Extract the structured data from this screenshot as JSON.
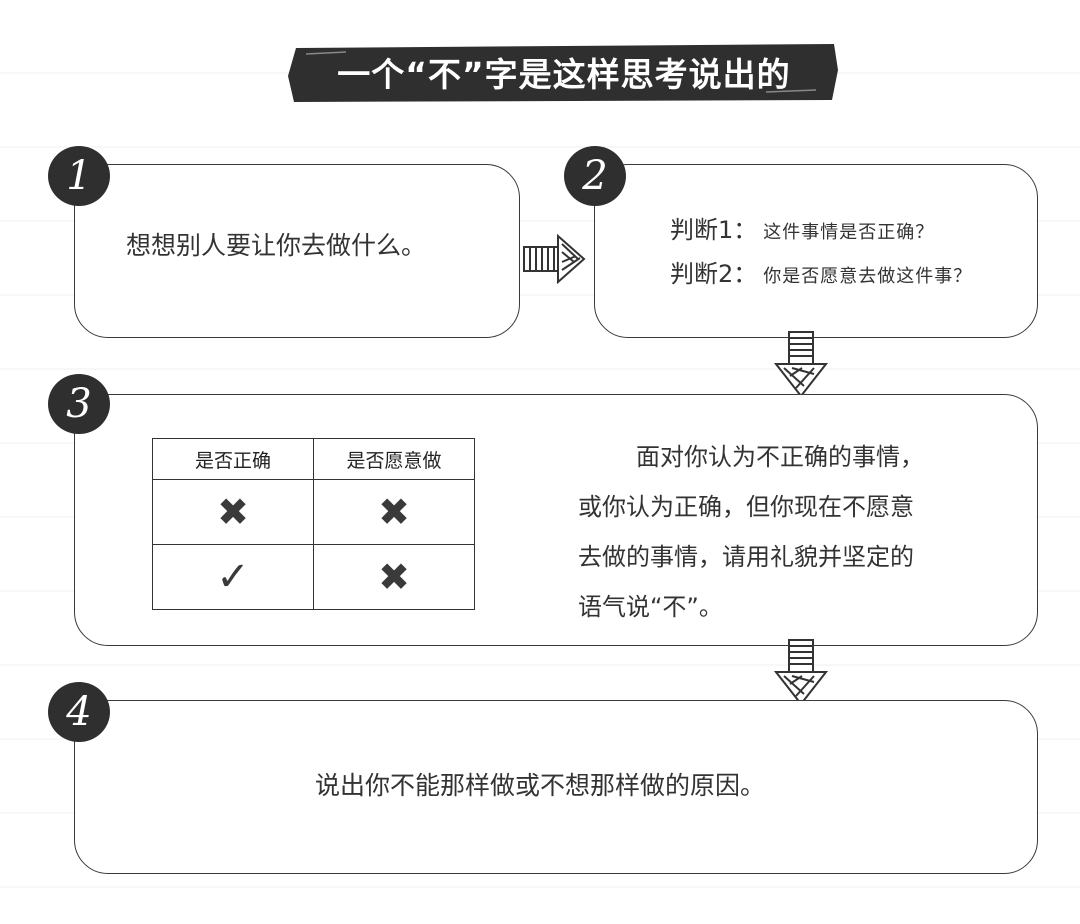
{
  "title": "一个“不”字是这样思考说出的",
  "steps": {
    "s1": {
      "num": "1",
      "text": "想想别人要让你去做什么。"
    },
    "s2": {
      "num": "2",
      "judge1_label": "判断1：",
      "judge1_q": "这件事情是否正确？",
      "judge2_label": "判断2：",
      "judge2_q": "你是否愿意去做这件事？"
    },
    "s3": {
      "num": "3",
      "table": {
        "headers": [
          "是否正确",
          "是否愿意做"
        ],
        "rows": [
          [
            "✖",
            "✖"
          ],
          [
            "✓",
            "✖"
          ]
        ]
      },
      "para": [
        "面对你认为不正确的事情，",
        "或你认为正确，但你现在不愿意",
        "去做的事情，请用礼貌并坚定的",
        "语气说“不”。"
      ]
    },
    "s4": {
      "num": "4",
      "text": "说出你不能那样做或不想那样做的原因。"
    }
  },
  "colors": {
    "ink": "#2f2f2f",
    "line": "#3a3a3a",
    "paper": "#ffffff"
  },
  "icons": [
    "arrow-right-icon",
    "arrow-down-icon",
    "cross-icon",
    "check-icon"
  ]
}
